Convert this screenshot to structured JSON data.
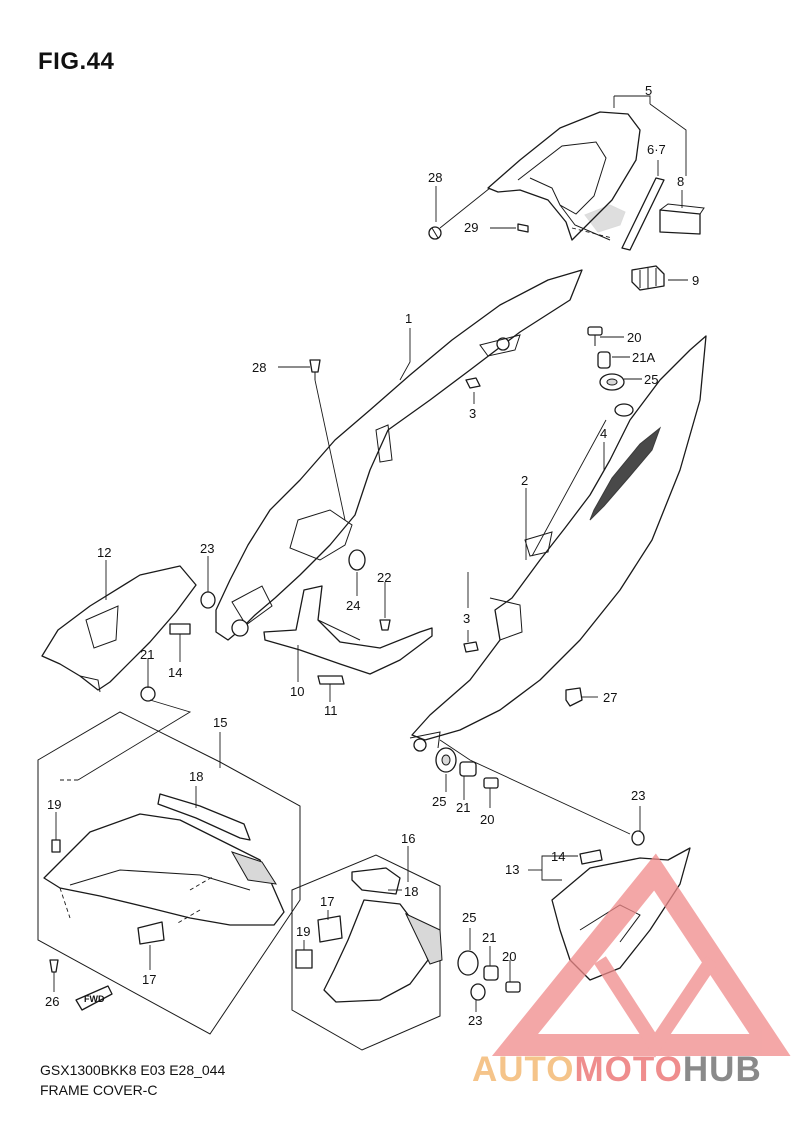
{
  "figure": {
    "title": "FIG.44",
    "model_code": "GSX1300BKK8 E03 E28_044",
    "name": "FRAME COVER-C"
  },
  "fwd_label": "FWD",
  "watermark": {
    "part1": "AUTO",
    "part2": "MOTO",
    "part3": "HUB",
    "colors": {
      "auto": "#f5c48a",
      "moto": "#ef8d8d",
      "hub": "#8a8a8a",
      "logo": "#f08a8a"
    }
  },
  "callouts": [
    "5",
    "6·7",
    "8",
    "28",
    "29",
    "9",
    "1",
    "20",
    "21A",
    "25",
    "28",
    "3",
    "4",
    "2",
    "12",
    "23",
    "22",
    "24",
    "3",
    "14",
    "21",
    "10",
    "11",
    "27",
    "15",
    "18",
    "19",
    "25",
    "21",
    "20",
    "23",
    "16",
    "14",
    "13",
    "18",
    "17",
    "19",
    "25",
    "21",
    "20",
    "17",
    "26",
    "23"
  ]
}
